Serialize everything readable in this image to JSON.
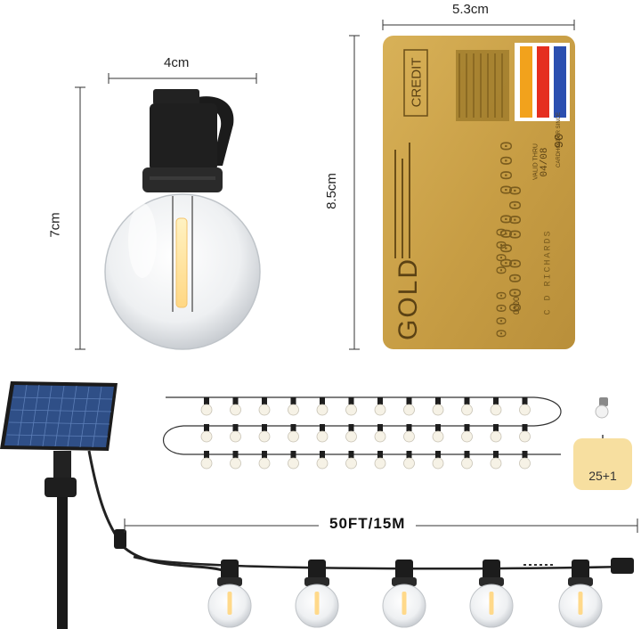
{
  "dimensions": {
    "bulb_width": "4cm",
    "bulb_height": "7cm",
    "card_width": "5.3cm",
    "card_height": "8.5cm"
  },
  "card": {
    "type_label": "CREDIT",
    "brand_label": "GOLD",
    "number_rows": [
      "0000 0000",
      "0000 0000",
      "0000 0000"
    ],
    "small_number": "0000",
    "valid_thru_label": "VALID THRU",
    "valid_date": "04/08",
    "cardholder_label": "CARDHOLDER SINCE",
    "since_year": "90",
    "name": "C D RICHARDS",
    "colors": {
      "card": "#caa24a",
      "stripe_orange": "#f2a21c",
      "stripe_red": "#e52e1f",
      "stripe_blue": "#2b4fb0"
    }
  },
  "product": {
    "string_length": "50FT/15M",
    "bulb_count": "25+1",
    "panel_border_color": "#f0c96a",
    "badge_color": "#f7dfa0"
  },
  "icons": [
    "solar-panel-icon",
    "lightbulb-icon",
    "spare-bulb-icon",
    "connector-icon"
  ]
}
